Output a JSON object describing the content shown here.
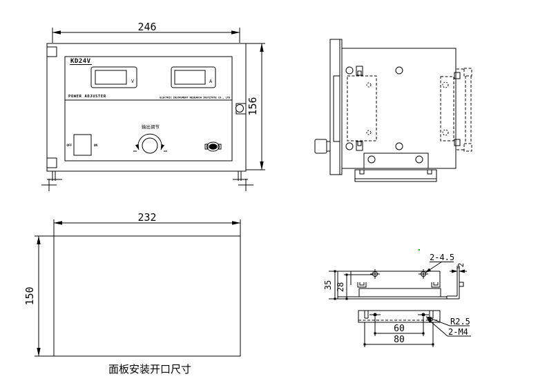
{
  "drawing": {
    "front_view": {
      "dim_width": "246",
      "dim_height": "156",
      "model": "KD24V",
      "panel_label": "POWER ADJUSTER",
      "manufacturer": "ELECTRIC INSTRUMENT RESEARCH INSTITUTE CO., LTD",
      "voltmeter_label": "V",
      "ammeter_label": "A",
      "switch_left": "OFF",
      "switch_right": "ON",
      "knob_label": "输出调节"
    },
    "opening_view": {
      "dim_width": "232",
      "dim_height": "150",
      "caption": "面板安装开口尺寸"
    },
    "bracket_detail": {
      "holes_label": "2-4.5",
      "overall_height": "35",
      "hole_to_base": "28",
      "thickness": "2",
      "corner_radius": "R2.5",
      "thread_label": "2-M4",
      "hole_spacing": "60",
      "overall_width": "80"
    },
    "colors": {
      "line": "#000000",
      "background": "#ffffff",
      "artifact_green": "#00c000"
    }
  }
}
